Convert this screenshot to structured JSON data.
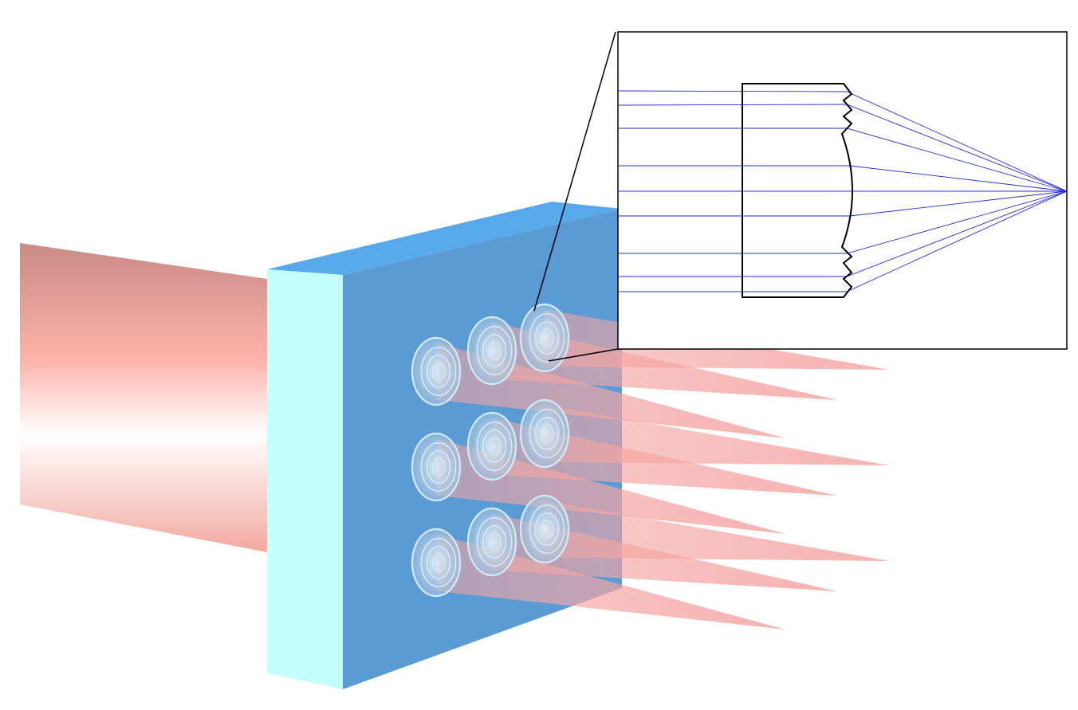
{
  "diagram": {
    "beam": {
      "color_top": "#c98a85",
      "color_mid": "#fdb3ac",
      "color_highlight": "#ffffff",
      "color_bottom": "#f2a8a0"
    },
    "substrate": {
      "front_color": "#5b9bd5",
      "side_color": "#c4ffff",
      "top_color": "#58a9ec"
    },
    "lenslet_array": {
      "rows": 3,
      "columns": 3,
      "ring_color": "#cfe6f5",
      "cone_color": "#f4a5a3"
    },
    "inset": {
      "ray_count": 9,
      "ray_color": "#2a2ad4",
      "lens_outline_color": "#000000",
      "frame_color": "#000000"
    }
  }
}
